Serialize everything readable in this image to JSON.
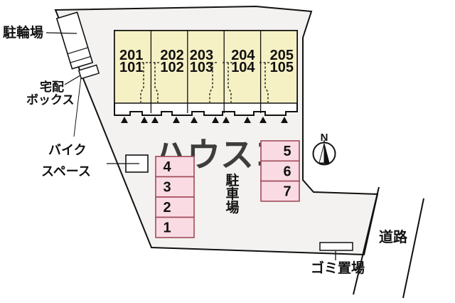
{
  "labels": {
    "bicycle_parking": "駐輪場",
    "delivery_box": [
      "宅配",
      "ボックス"
    ],
    "bike_space": [
      "バイク",
      "スペース"
    ],
    "parking_lot": "駐車場",
    "garbage_area": "ゴミ置場",
    "road": "道路",
    "north": "N",
    "watermark": "ハウスコ"
  },
  "building": {
    "units": [
      {
        "upper": "201",
        "lower": "101"
      },
      {
        "upper": "202",
        "lower": "102"
      },
      {
        "upper": "203",
        "lower": "103"
      },
      {
        "upper": "204",
        "lower": "104"
      },
      {
        "upper": "205",
        "lower": "105"
      }
    ]
  },
  "parking": {
    "left_column": [
      "4",
      "3",
      "2",
      "1"
    ],
    "right_column": [
      "5",
      "6",
      "7"
    ]
  },
  "colors": {
    "unit_fill": "#f6f1c4",
    "parking_fill": "#fadbe3",
    "parking_border": "#a04a5a",
    "site_fill": "#f3f2f0",
    "line": "#111111"
  }
}
